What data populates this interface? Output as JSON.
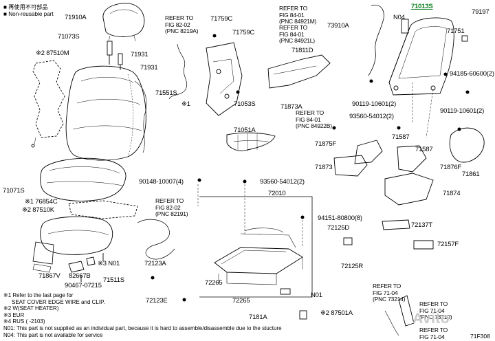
{
  "legend": {
    "mark_non_reusable": "■",
    "jp_text": "再使用不可部品",
    "non_reusable_label": "Non-reusable part"
  },
  "parts": {
    "p71910A": "71910A",
    "p71073S": "71073S",
    "p87510M": "※2 87510M",
    "p71931": "71931",
    "p71931b": "71931",
    "p71551S": "71551S",
    "p71071S": "71071S",
    "p76854C": "※1 76854C",
    "p87510K": "※2 87510K",
    "p71867V": "71867V",
    "p82667B": "82667B",
    "p90467": "90467-07215",
    "p71511S": "71511S",
    "pN01a": "※3 N01",
    "p71759C": "71759C",
    "p71759Cb": "71759C",
    "p71053S": "71053S",
    "pX1": "※1",
    "p71051A": "71051A",
    "p90148": "90148-10007(4)",
    "p93560b": "93560-54012(2)",
    "p72010": "72010",
    "p94151": "94151-80800(8)",
    "p72125D": "72125D",
    "p72125R": "72125R",
    "p72123A": "72123A",
    "p72123E": "72123E",
    "p72265a": "72265",
    "p72265b": "72265",
    "pN01b": "N01",
    "p87501A": "※2 87501A",
    "p7181A": "7181A",
    "p71811D": "71811D",
    "p71873A": "71873A",
    "p73910A": "73910A",
    "pN04": "N04",
    "p71013S": "71013S",
    "p71751": "71751",
    "p79197": "79197",
    "p94185": "94185-60600(2)",
    "p90119a": "90119-10601(2)",
    "p93560a": "93560-54012(2)",
    "p90119b": "90119-10601(2)",
    "p71587a": "71587",
    "p71587b": "71587",
    "p71875F": "71875F",
    "p71873": "71873",
    "p71876F": "71876F",
    "p71861": "71861",
    "p71874": "71874",
    "p72137T": "72137T",
    "p72157F": "72157F"
  },
  "refs": {
    "r8219": "REFER TO\nFIG 82-02\n(PNC 8219A)",
    "r84921M": "REFER TO\nFIG 84-01\n(PNC 84921M)",
    "r84921L": "REFER TO\nFIG 84-01\n(PNC 84921L)",
    "r84922B": "REFER TO\nFIG 84-01\n(PNC 84922B)",
    "r82191": "REFER TO\nFIG 82-02\n(PNC 82191)",
    "r73214": "REFER TO\nFIG 71-04\n(PNC 73214)",
    "r73210": "REFER TO\nFIG 71-04\n(PNC 73210)",
    "r7104c": "REFER TO\nFIG 71-04"
  },
  "notes": {
    "n1": "※1 Refer to the last page for",
    "n1b": "SEAT COVER EDGE WIRE and CLIP.",
    "n2": "※2 W(SEAT HEATER)",
    "n3": "※3 EUR",
    "n4": "※4 RUS (      -2103)",
    "nN01": "N01: This part is not supplied as an individual part, because it is hard to assemble/disassemble due to the stucture",
    "nN04": "N04: This part is not available for service"
  },
  "watermark": "Avito",
  "figure_code": "71F308"
}
